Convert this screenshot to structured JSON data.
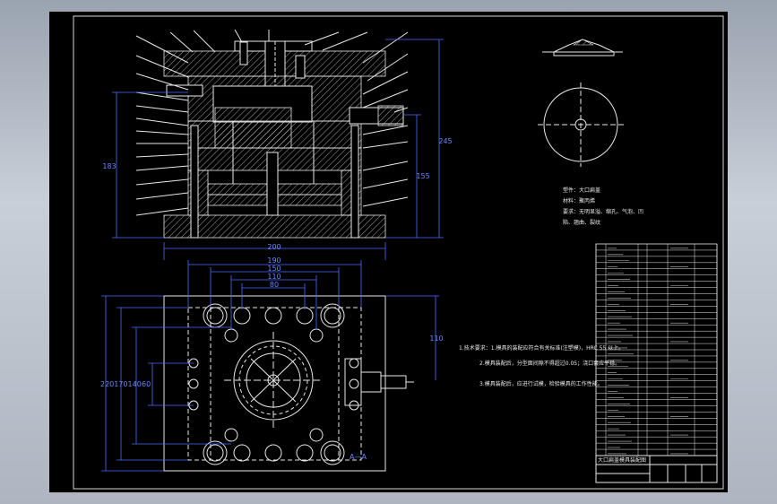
{
  "colors": {
    "background": "#000000",
    "linework": "#e8e8e8",
    "dimensions": "#4a6cff",
    "frame": "#d8d8d8"
  },
  "dims": {
    "total_height": "245",
    "left_height": "183",
    "right_height": "155",
    "width_top": "200",
    "plan_widths": [
      "190",
      "150",
      "110",
      "80"
    ],
    "plan_height": "110",
    "left_stack": "220170140",
    "left_stack_suffix": "60"
  },
  "tech": {
    "part_name": "塑件：大口扁盖",
    "material": "材料：聚丙烯",
    "notes": "要求：无明显溢、缩孔、气泡、凹",
    "notes2": "陷、翘曲、裂纹"
  },
  "requirements": [
    "1.技术要求：1.模具的装配应符合有关标准(注塑模)，HRC 55 以上。",
    "2.模具装配后，分型面间隙不得超过0.05；浇口套应平稳。",
    "3.模具装配后，应进行试模，检验模具的工作性能。"
  ],
  "title_block": {
    "title": "大口扁盖模具装配图"
  }
}
